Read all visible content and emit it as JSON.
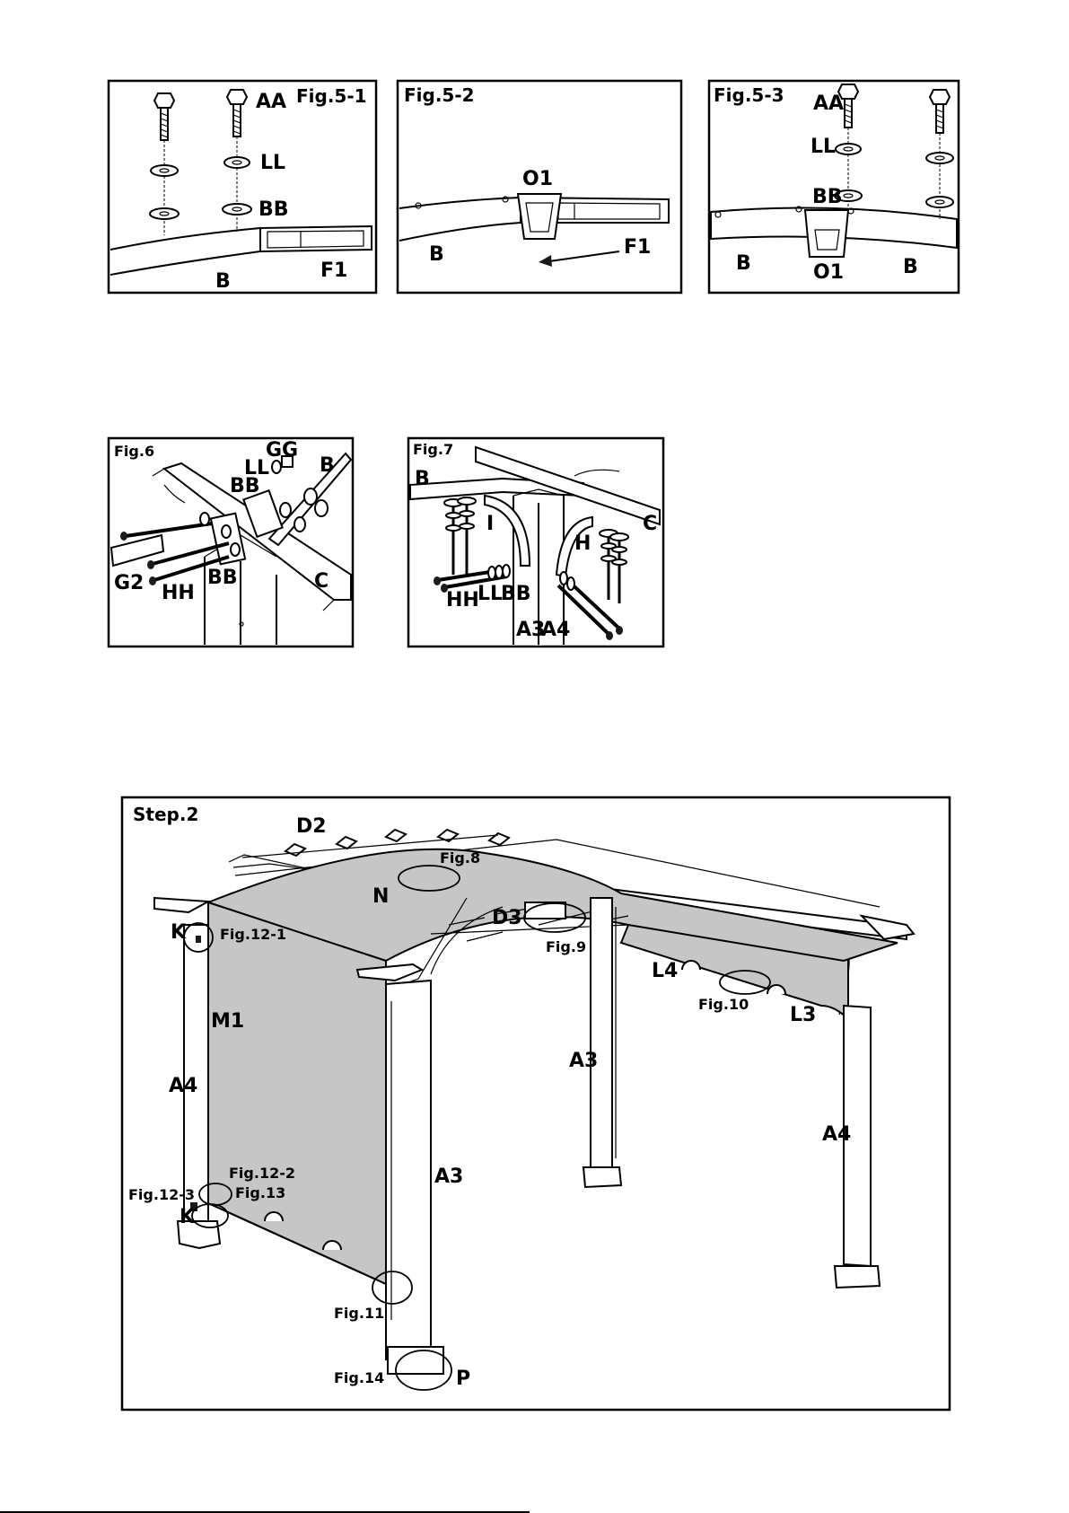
{
  "figures": {
    "fig5_1": {
      "title": "Fig.5-1",
      "labels": {
        "aa": "AA",
        "ll": "LL",
        "bb": "BB",
        "b": "B",
        "f1": "F1"
      }
    },
    "fig5_2": {
      "title": "Fig.5-2",
      "labels": {
        "o1": "O1",
        "b": "B",
        "f1": "F1"
      }
    },
    "fig5_3": {
      "title": "Fig.5-3",
      "labels": {
        "aa": "AA",
        "ll": "LL",
        "bb": "BB",
        "b_left": "B",
        "o1": "O1",
        "b_right": "B"
      }
    },
    "fig6": {
      "title": "Fig.6",
      "labels": {
        "gg": "GG",
        "ll": "LL",
        "bb_top": "BB",
        "b": "B",
        "g2": "G2",
        "hh": "HH",
        "bb_bottom": "BB",
        "c": "C"
      }
    },
    "fig7": {
      "title": "Fig.7",
      "labels": {
        "b": "B",
        "i": "I",
        "c": "C",
        "h": "H",
        "hh": "HH",
        "ll": "LL",
        "bb": "BB",
        "a3": "A3",
        "a4": "A4"
      }
    }
  },
  "step2": {
    "title": "Step.2",
    "labels": {
      "d2": "D2",
      "n": "N",
      "d3": "D3",
      "k_top": "K",
      "k_bottom": "K",
      "m1": "M1",
      "a4_left": "A4",
      "a4_right": "A4",
      "a3_front": "A3",
      "a3_back": "A3",
      "l4": "L4",
      "l3": "L3",
      "p": "P"
    },
    "callouts": {
      "fig8": "Fig.8",
      "fig9": "Fig.9",
      "fig10": "Fig.10",
      "fig11": "Fig.11",
      "fig12_1": "Fig.12-1",
      "fig12_2": "Fig.12-2",
      "fig12_3": "Fig.12-3",
      "fig13": "Fig.13",
      "fig14": "Fig.14"
    }
  },
  "colors": {
    "canopy": "#c6c6c6",
    "line": "#000000",
    "background": "#ffffff"
  }
}
